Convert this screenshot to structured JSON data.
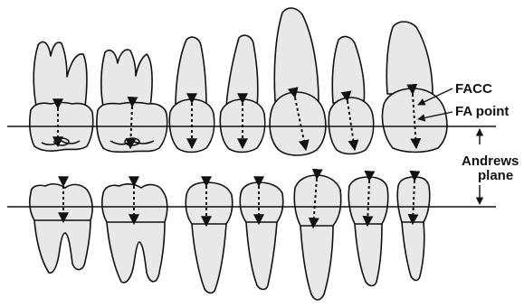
{
  "labels": {
    "facc": "FACC",
    "fa_point": "FA point",
    "andrews": "Andrews",
    "plane": "plane"
  },
  "arch": {
    "upper_teeth": [
      "molar",
      "molar",
      "premolar",
      "premolar",
      "canine",
      "lateral-incisor",
      "central-incisor"
    ],
    "lower_teeth": [
      "molar",
      "molar",
      "premolar",
      "premolar",
      "canine",
      "lateral-incisor",
      "central-incisor"
    ]
  },
  "colors": {
    "line": "#111111",
    "fill": "#e8e8e8",
    "background": "#ffffff"
  }
}
